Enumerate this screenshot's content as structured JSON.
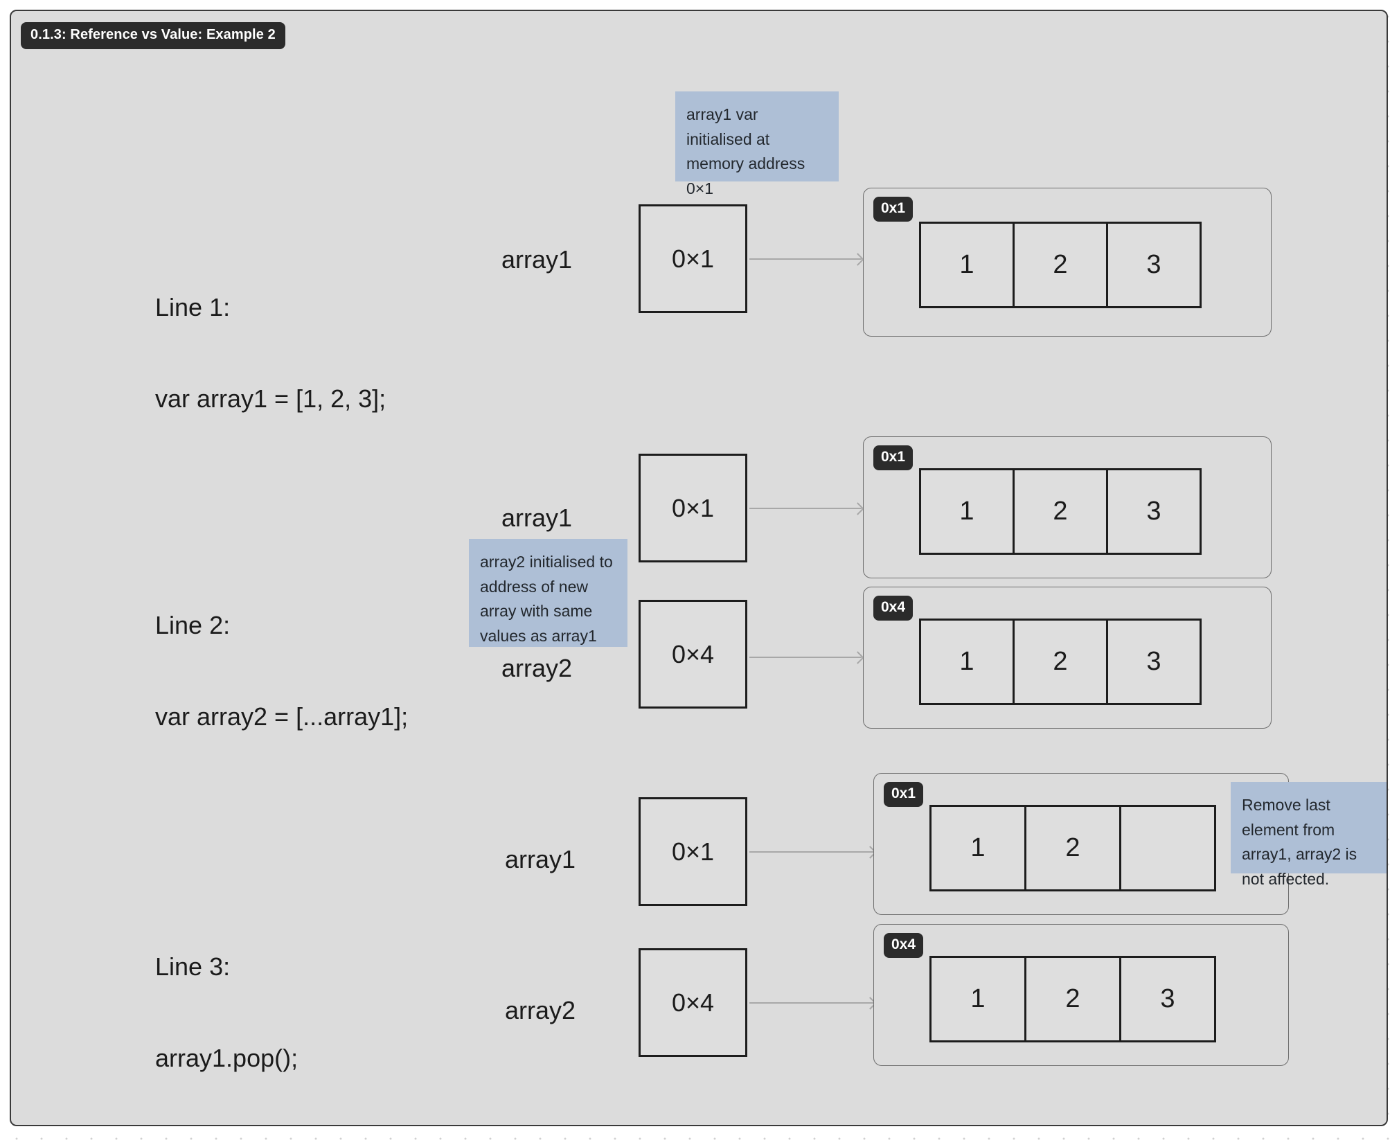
{
  "title": "0.1.3: Reference vs Value: Example 2",
  "steps": [
    {
      "id": "line1",
      "code_label": "Line 1:",
      "code_text": "var array1 = [1, 2, 3];",
      "callout": "array1 var initialised at memory address 0×1",
      "vars": [
        {
          "name": "array1",
          "pointer_value": "0×1",
          "memory_badge": "0x1",
          "cells": [
            "1",
            "2",
            "3"
          ]
        }
      ]
    },
    {
      "id": "line2",
      "code_label": "Line 2:",
      "code_text": "var array2 = [...array1];",
      "callout": "array2 initialised to address of new array with same values as array1",
      "vars": [
        {
          "name": "array1",
          "pointer_value": "0×1",
          "memory_badge": "0x1",
          "cells": [
            "1",
            "2",
            "3"
          ]
        },
        {
          "name": "array2",
          "pointer_value": "0×4",
          "memory_badge": "0x4",
          "cells": [
            "1",
            "2",
            "3"
          ]
        }
      ]
    },
    {
      "id": "line3",
      "code_label": "Line 3:",
      "code_text": "array1.pop();",
      "callout": "Remove last element from array1, array2 is not affected.",
      "vars": [
        {
          "name": "array1",
          "pointer_value": "0×1",
          "memory_badge": "0x1",
          "cells": [
            "1",
            "2",
            ""
          ]
        },
        {
          "name": "array2",
          "pointer_value": "0×4",
          "memory_badge": "0x4",
          "cells": [
            "1",
            "2",
            "3"
          ]
        }
      ]
    }
  ],
  "colors": {
    "canvas_background": "#dcdcdc",
    "callout_background": "#aebfd6",
    "badge_background": "#2b2b2b",
    "box_border": "#1d1d1d",
    "container_border": "#6e6e6e",
    "arrow": "#a8a8a8"
  }
}
